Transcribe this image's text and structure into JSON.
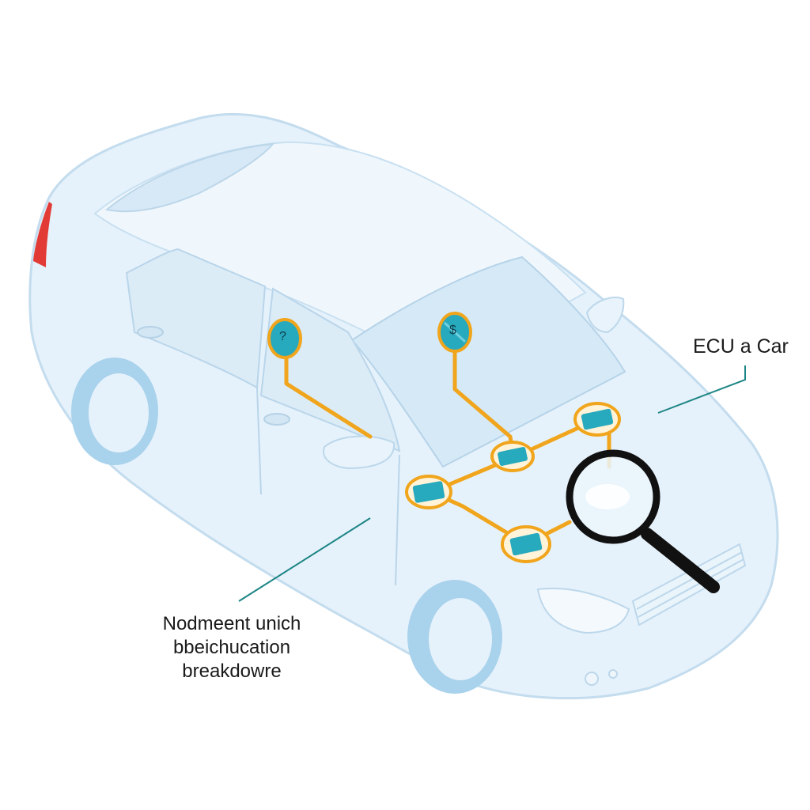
{
  "labels": {
    "ecu_callout": "ECU a Car",
    "breakdown_callout": {
      "line1": "Nodmeent unich",
      "line2": "bbeichucation",
      "line3": "breakdowre"
    }
  },
  "nodes": {
    "door_node_glyph": "?",
    "windshield_node_glyph": "$"
  },
  "icons": {
    "car": "car-body-icon",
    "magnifier": "magnifying-glass-icon"
  },
  "colors": {
    "car_body": "#e4f1fa",
    "car_outline": "#c3dcee",
    "wheel": "#a9d2ec",
    "tail_light": "#e23b35",
    "wire": "#f0a51c",
    "module": "#27a9be",
    "leader_line": "#1d8585",
    "magnifier_frame": "#111111"
  }
}
